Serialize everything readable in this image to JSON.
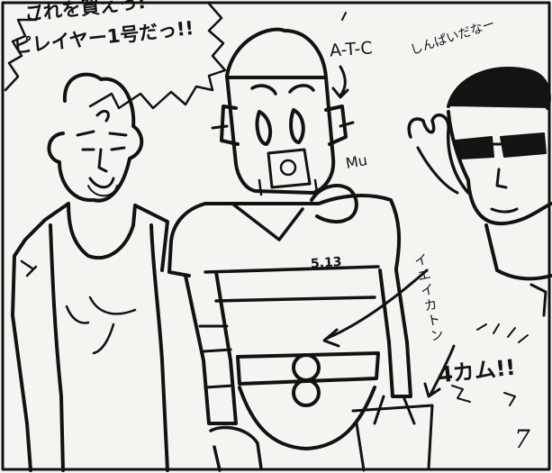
{
  "speech_bubble": {
    "line1": "これを買えっ!",
    "line2": "ピレイヤー1号だっ!!"
  },
  "labels": {
    "atc": "A-T-C",
    "shinpai": "しんぱいだなー",
    "chest_number": "5.13",
    "yei_katon": "イエイカトン",
    "mu": "Mu",
    "yon_kamu": "4カム!!"
  },
  "page_number": "7"
}
